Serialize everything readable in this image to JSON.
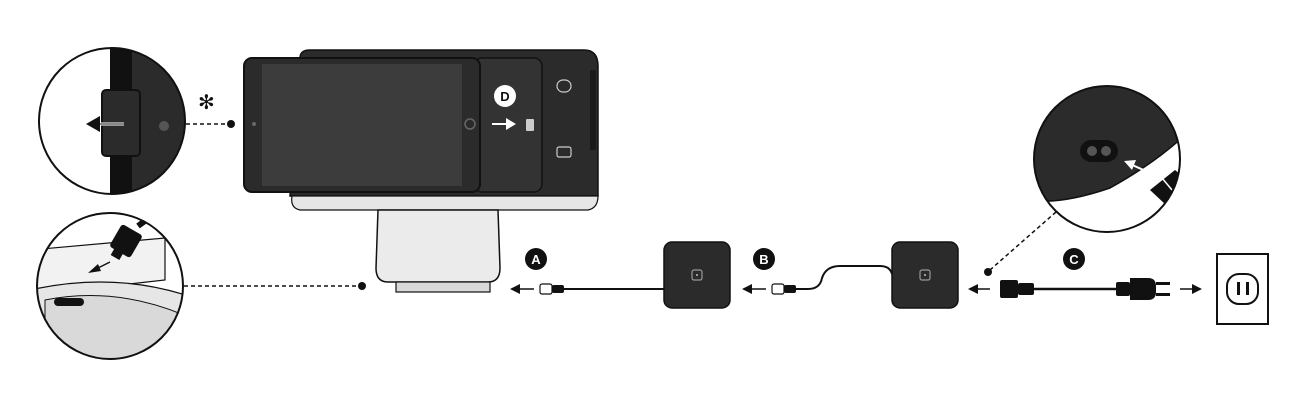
{
  "diagram": {
    "labels": {
      "a": "A",
      "b": "B",
      "c": "C",
      "d": "D",
      "asterisk": "✻"
    },
    "colors": {
      "ink": "#111111",
      "device_dark": "#2b2b2b",
      "screen": "#3c3c3c",
      "stand": "#e6e6e6",
      "light_gray": "#d9d9d9",
      "white": "#ffffff"
    },
    "icons": [
      "ipad-icon",
      "square-stand-icon",
      "power-adapter-icon",
      "usb-hub-icon",
      "wall-outlet-icon",
      "power-plug-icon",
      "usb-cable-icon"
    ]
  }
}
